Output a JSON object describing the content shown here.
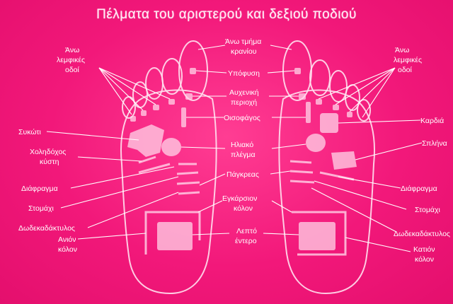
{
  "title": "Πέλματα του αριστερού και δεξιού ποδιού",
  "colors": {
    "background": "#f2187a",
    "text": "#ffffff",
    "outline": "#ffe0ee"
  },
  "labels": {
    "ano_lemfikes_left_1": "Άνω",
    "ano_lemfikes_left_2": "λεμφικές",
    "ano_lemfikes_left_3": "οδοί",
    "ano_lemfikes_right_1": "Άνω",
    "ano_lemfikes_right_2": "λεμφικές",
    "ano_lemfikes_right_3": "οδοί",
    "sykoti": "Συκώτι",
    "cholidochos_1": "Χοληδόχος",
    "cholidochos_2": "κύστη",
    "diafragma_left": "Διάφραγμα",
    "stomachi_left": "Στομάχι",
    "dodekadaktylos_left": "Δωδεκαδάκτυλος",
    "anion_1": "Ανιόν",
    "anion_2": "κόλον",
    "ano_tmima_1": "Άνω τμήμα",
    "ano_tmima_2": "κρανίου",
    "ypofysi": "Υπόφυση",
    "aucheniki_1": "Αυχενική",
    "aucheniki_2": "περιοχή",
    "oisofagos": "Οισοφάγος",
    "iliako_1": "Ηλιακό",
    "iliako_2": "πλέγμα",
    "pagkreas": "Πάγκρεας",
    "egkarsion_1": "Εγκάρσιον",
    "egkarsion_2": "κόλον",
    "lepto_1": "Λεπτό",
    "lepto_2": "έντερο",
    "kardia": "Καρδιά",
    "splina": "Σπλήνα",
    "diafragma_right": "Διάφραγμα",
    "stomachi_right": "Στομάχι",
    "dodekadaktylos_right": "Δωδεκαδάκτυλος",
    "kation_1": "Κατιόν",
    "kation_2": "κόλον"
  }
}
